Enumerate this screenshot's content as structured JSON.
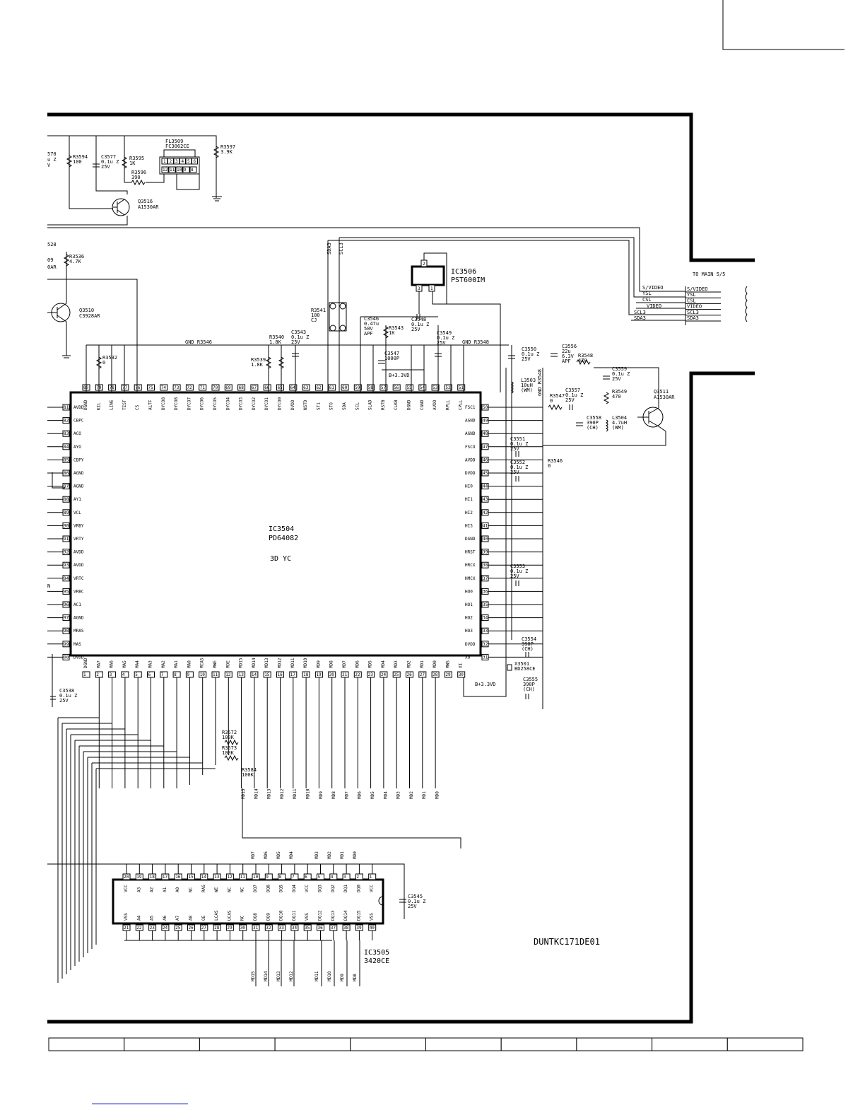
{
  "ic3504": {
    "ref": "IC3504",
    "part": "PD64082",
    "function": "3D YC",
    "top_pins": [
      {
        "n": "80",
        "name": "DGND"
      },
      {
        "n": "79",
        "name": "KIL"
      },
      {
        "n": "78",
        "name": "LINE"
      },
      {
        "n": "77",
        "name": "TEST"
      },
      {
        "n": "76",
        "name": "CS"
      },
      {
        "n": "75",
        "name": "ALTF"
      },
      {
        "n": "74",
        "name": "DYCO8"
      },
      {
        "n": "73",
        "name": "DYCO8"
      },
      {
        "n": "72",
        "name": "DYCO7"
      },
      {
        "n": "71",
        "name": "DYCO6"
      },
      {
        "n": "70",
        "name": "DYCO5"
      },
      {
        "n": "69",
        "name": "DYCO4"
      },
      {
        "n": "68",
        "name": "DYCO3"
      },
      {
        "n": "67",
        "name": "DYCO2"
      },
      {
        "n": "66",
        "name": "DYCO1"
      },
      {
        "n": "65",
        "name": "DYCO0"
      },
      {
        "n": "64",
        "name": "DVDD"
      },
      {
        "n": "63",
        "name": "NSTD"
      },
      {
        "n": "62",
        "name": "ST1"
      },
      {
        "n": "61",
        "name": "STO"
      },
      {
        "n": "60",
        "name": "SDA"
      },
      {
        "n": "59",
        "name": "SCL"
      },
      {
        "n": "58",
        "name": "SLAD"
      },
      {
        "n": "57",
        "name": "RSTB"
      },
      {
        "n": "56",
        "name": "CLKB"
      },
      {
        "n": "55",
        "name": "DGND"
      },
      {
        "n": "54",
        "name": "CGND"
      },
      {
        "n": "53",
        "name": "AVDD"
      },
      {
        "n": "52",
        "name": "RPLL"
      },
      {
        "n": "51",
        "name": "CPLL"
      }
    ],
    "left_pins": [
      {
        "n": "81",
        "name": "AVDD"
      },
      {
        "n": "82",
        "name": "CBPC"
      },
      {
        "n": "83",
        "name": "ACO"
      },
      {
        "n": "84",
        "name": "AYO"
      },
      {
        "n": "85",
        "name": "CBPY"
      },
      {
        "n": "86",
        "name": "AGND"
      },
      {
        "n": "87",
        "name": "AGND"
      },
      {
        "n": "88",
        "name": "AY1"
      },
      {
        "n": "89",
        "name": "VCL"
      },
      {
        "n": "90",
        "name": "VRBY"
      },
      {
        "n": "91",
        "name": "VRTY"
      },
      {
        "n": "92",
        "name": "AVDD"
      },
      {
        "n": "93",
        "name": "AVDD"
      },
      {
        "n": "94",
        "name": "VRTC"
      },
      {
        "n": "95",
        "name": "VRBC"
      },
      {
        "n": "96",
        "name": "AC1"
      },
      {
        "n": "97",
        "name": "AGND"
      },
      {
        "n": "98",
        "name": "MRAS"
      },
      {
        "n": "99",
        "name": "MAS"
      },
      {
        "n": "00",
        "name": "DVDD"
      }
    ],
    "right_pins": [
      {
        "n": "50",
        "name": "FSC1"
      },
      {
        "n": "49",
        "name": "AGND"
      },
      {
        "n": "48",
        "name": "AGND"
      },
      {
        "n": "47",
        "name": "FSCO"
      },
      {
        "n": "46",
        "name": "AVDD"
      },
      {
        "n": "45",
        "name": "DVDD"
      },
      {
        "n": "44",
        "name": "HI0"
      },
      {
        "n": "43",
        "name": "HI1"
      },
      {
        "n": "42",
        "name": "HI2"
      },
      {
        "n": "41",
        "name": "HI3"
      },
      {
        "n": "40",
        "name": "DGND"
      },
      {
        "n": "39",
        "name": "HRST"
      },
      {
        "n": "38",
        "name": "HRCX"
      },
      {
        "n": "37",
        "name": "HMCX"
      },
      {
        "n": "36",
        "name": "HO0"
      },
      {
        "n": "35",
        "name": "HO1"
      },
      {
        "n": "34",
        "name": "HO2"
      },
      {
        "n": "33",
        "name": "HO3"
      },
      {
        "n": "32",
        "name": "DVDD"
      },
      {
        "n": "31",
        "name": "XO"
      }
    ],
    "bottom_pins": [
      {
        "n": "1",
        "name": "DGND"
      },
      {
        "n": "2",
        "name": "MA7"
      },
      {
        "n": "3",
        "name": "MA6"
      },
      {
        "n": "4",
        "name": "MA5"
      },
      {
        "n": "5",
        "name": "MA4"
      },
      {
        "n": "6",
        "name": "MA3"
      },
      {
        "n": "7",
        "name": "MA2"
      },
      {
        "n": "8",
        "name": "MA1"
      },
      {
        "n": "9",
        "name": "MA0"
      },
      {
        "n": "10",
        "name": "MCAS"
      },
      {
        "n": "11",
        "name": "MWE"
      },
      {
        "n": "12",
        "name": "MOE"
      },
      {
        "n": "13",
        "name": "MD15"
      },
      {
        "n": "14",
        "name": "MD14"
      },
      {
        "n": "15",
        "name": "MD13"
      },
      {
        "n": "16",
        "name": "MD12"
      },
      {
        "n": "17",
        "name": "MD11"
      },
      {
        "n": "18",
        "name": "MD10"
      },
      {
        "n": "19",
        "name": "MD9"
      },
      {
        "n": "20",
        "name": "MD8"
      },
      {
        "n": "21",
        "name": "MD7"
      },
      {
        "n": "22",
        "name": "MD6"
      },
      {
        "n": "23",
        "name": "MD5"
      },
      {
        "n": "24",
        "name": "MD4"
      },
      {
        "n": "25",
        "name": "MD3"
      },
      {
        "n": "26",
        "name": "MD2"
      },
      {
        "n": "27",
        "name": "MD1"
      },
      {
        "n": "28",
        "name": "MD0"
      },
      {
        "n": "29",
        "name": "MWS"
      },
      {
        "n": "30",
        "name": "XI"
      }
    ]
  },
  "ic3505": {
    "ref": "IC3505",
    "part": "3420CE",
    "top_pins": [
      {
        "n": "20",
        "name": "VCC"
      },
      {
        "n": "19",
        "name": "A3"
      },
      {
        "n": "18",
        "name": "A2"
      },
      {
        "n": "17",
        "name": "A1"
      },
      {
        "n": "16",
        "name": "A0"
      },
      {
        "n": "15",
        "name": "NC"
      },
      {
        "n": "14",
        "name": "RAS"
      },
      {
        "n": "13",
        "name": "WE"
      },
      {
        "n": "12",
        "name": "NC"
      },
      {
        "n": "11",
        "name": "NC"
      },
      {
        "n": "10",
        "name": "DQ7"
      },
      {
        "n": "9",
        "name": "DQ6"
      },
      {
        "n": "8",
        "name": "DQ5"
      },
      {
        "n": "7",
        "name": "DQ4"
      },
      {
        "n": "6",
        "name": "VCC"
      },
      {
        "n": "5",
        "name": "DQ3"
      },
      {
        "n": "4",
        "name": "DQ2"
      },
      {
        "n": "3",
        "name": "DQ1"
      },
      {
        "n": "2",
        "name": "DQ0"
      },
      {
        "n": "1",
        "name": "VCC"
      }
    ],
    "bottom_pins": [
      {
        "n": "21",
        "name": "VSS"
      },
      {
        "n": "22",
        "name": "A4"
      },
      {
        "n": "23",
        "name": "A5"
      },
      {
        "n": "24",
        "name": "A6"
      },
      {
        "n": "25",
        "name": "A7"
      },
      {
        "n": "26",
        "name": "A8"
      },
      {
        "n": "27",
        "name": "OE"
      },
      {
        "n": "28",
        "name": "LCAS"
      },
      {
        "n": "29",
        "name": "UCAS"
      },
      {
        "n": "30",
        "name": "NC"
      },
      {
        "n": "31",
        "name": "DQ8"
      },
      {
        "n": "32",
        "name": "DQ9"
      },
      {
        "n": "33",
        "name": "DQ10"
      },
      {
        "n": "34",
        "name": "DQ11"
      },
      {
        "n": "35",
        "name": "VSS"
      },
      {
        "n": "36",
        "name": "DQ12"
      },
      {
        "n": "37",
        "name": "DQ13"
      },
      {
        "n": "38",
        "name": "DQ14"
      },
      {
        "n": "39",
        "name": "DQ15"
      },
      {
        "n": "40",
        "name": "VSS"
      }
    ]
  },
  "ic3506": {
    "ref": "IC3506",
    "part": "PST600IM",
    "pins": [
      "2",
      "3",
      "1"
    ]
  },
  "transistors": {
    "q3516": {
      "ref": "Q3516",
      "part": "A1530AR"
    },
    "q3510": {
      "ref": "Q3510",
      "part": "C3928AR"
    },
    "q3511": {
      "ref": "Q3511",
      "part": "A1530AR"
    }
  },
  "fl3509": {
    "ref": "FL3509",
    "part": "FC3062CE",
    "pins_top": [
      "1",
      "2",
      "3",
      "4",
      "5",
      "6"
    ],
    "pins_bottom": [
      "12",
      "11",
      "10",
      "9",
      "8"
    ]
  },
  "connector": {
    "title": "TO MAIN 5/5",
    "signals": [
      "S/VIDEO",
      "YSL",
      "CSL",
      "VIDEO",
      "SCL3",
      "SDA3"
    ],
    "left_labels": [
      "S/VIDEO",
      "YSL",
      "CSL",
      "VIDEO",
      "SCL3",
      "SDA3"
    ]
  },
  "nets": {
    "gnd_r3546": "GND_R3546",
    "gnd_r3548": "GND_R3548",
    "gnd_r3548_v": "GND_R3548",
    "b33_1": "B+3.3VD",
    "b33_2": "B+3.3VD",
    "sda3": "SDA3",
    "scl3": "SCL3"
  },
  "components": [
    {
      "id": "r3594",
      "label": "R3594\n100"
    },
    {
      "id": "c3577",
      "label": "C3577\n0.1u Z\n25V"
    },
    {
      "id": "r3595",
      "label": "R3595\n1K"
    },
    {
      "id": "r3596",
      "label": "R3596\n390"
    },
    {
      "id": "r3597",
      "label": "R3597\n3.9K"
    },
    {
      "id": "r3536",
      "label": "R3536\n4.7K"
    },
    {
      "id": "r3532",
      "label": "R3532\n0"
    },
    {
      "id": "r3541",
      "label": "R3541\n100\nCJ"
    },
    {
      "id": "r3540",
      "label": "R3540\n1.8K"
    },
    {
      "id": "r3539",
      "label": "R3539\n1.8K"
    },
    {
      "id": "c3543",
      "label": "C3543\n0.1u Z\n25V"
    },
    {
      "id": "c3546",
      "label": "C3546\n0.47u\n50V\nAPF"
    },
    {
      "id": "r3543",
      "label": "R3543\n1K"
    },
    {
      "id": "c3548",
      "label": "C3548\n0.1u Z\n25V"
    },
    {
      "id": "c3547",
      "label": "C3547\n1000P"
    },
    {
      "id": "c3549",
      "label": "C3549\n0.1u Z\n25V"
    },
    {
      "id": "c3550",
      "label": "C3550\n0.1u Z\n25V"
    },
    {
      "id": "c3556",
      "label": "C3556\n22u\n6.3V\nAPF"
    },
    {
      "id": "r3548",
      "label": "R3548\n470"
    },
    {
      "id": "c3559",
      "label": "C3559\n0.1u Z\n25V"
    },
    {
      "id": "l3503",
      "label": "L3503\n10uH\n(WM)"
    },
    {
      "id": "r3547",
      "label": "R3547\n0"
    },
    {
      "id": "c3557",
      "label": "C3557\n0.1u Z\n25V"
    },
    {
      "id": "r3549",
      "label": "R3549\n470"
    },
    {
      "id": "c3558",
      "label": "C3558\n390P\n(CH)"
    },
    {
      "id": "l3504",
      "label": "L3504\n4.7uH\n(WM)"
    },
    {
      "id": "c3551",
      "label": "C3551\n0.1u Z\n25V"
    },
    {
      "id": "c3552",
      "label": "C3552\n0.1u Z\n25V"
    },
    {
      "id": "r3546",
      "label": "R3546\n0"
    },
    {
      "id": "c3553",
      "label": "C3553\n0.1u Z\n25V"
    },
    {
      "id": "c3554",
      "label": "C3554\n390P\n(CH)"
    },
    {
      "id": "x3501",
      "label": "X3501\nBD258CE"
    },
    {
      "id": "c3555",
      "label": "C3555\n390P\n(CH)"
    },
    {
      "id": "c3538",
      "label": "C3538\n0.1u Z\n25V"
    },
    {
      "id": "r3572",
      "label": "R3572\n100K"
    },
    {
      "id": "r3573",
      "label": "R3573\n100K"
    },
    {
      "id": "r3584",
      "label": "R3584\n100K"
    },
    {
      "id": "c3545",
      "label": "C3545\n0.1u Z\n25V"
    }
  ],
  "partial_left": {
    "a": "570",
    "b": "u Z",
    "c": "V",
    "d": "528",
    "e": "09",
    "f": "0AR",
    "g": "N"
  },
  "mem_bus_mid": [
    "MD15",
    "MD14",
    "MD13",
    "MD12",
    "MD11",
    "MD10",
    "MD9",
    "MD8",
    "MD7",
    "MD6",
    "MD5",
    "MD4",
    "MD3",
    "MD2",
    "MD1",
    "MD0"
  ],
  "mem_bus_lower_top": [
    "MD7",
    "MD6",
    "MD5",
    "MD4",
    "MD3",
    "MD2",
    "MD1",
    "MD0"
  ],
  "mem_bus_lower_bottom": [
    "MD15",
    "MD14",
    "MD13",
    "MD12",
    "MD11",
    "MD10",
    "MD9",
    "MD8"
  ],
  "doc_code": "DUNTKC171DE01",
  "footer_cells": 10
}
